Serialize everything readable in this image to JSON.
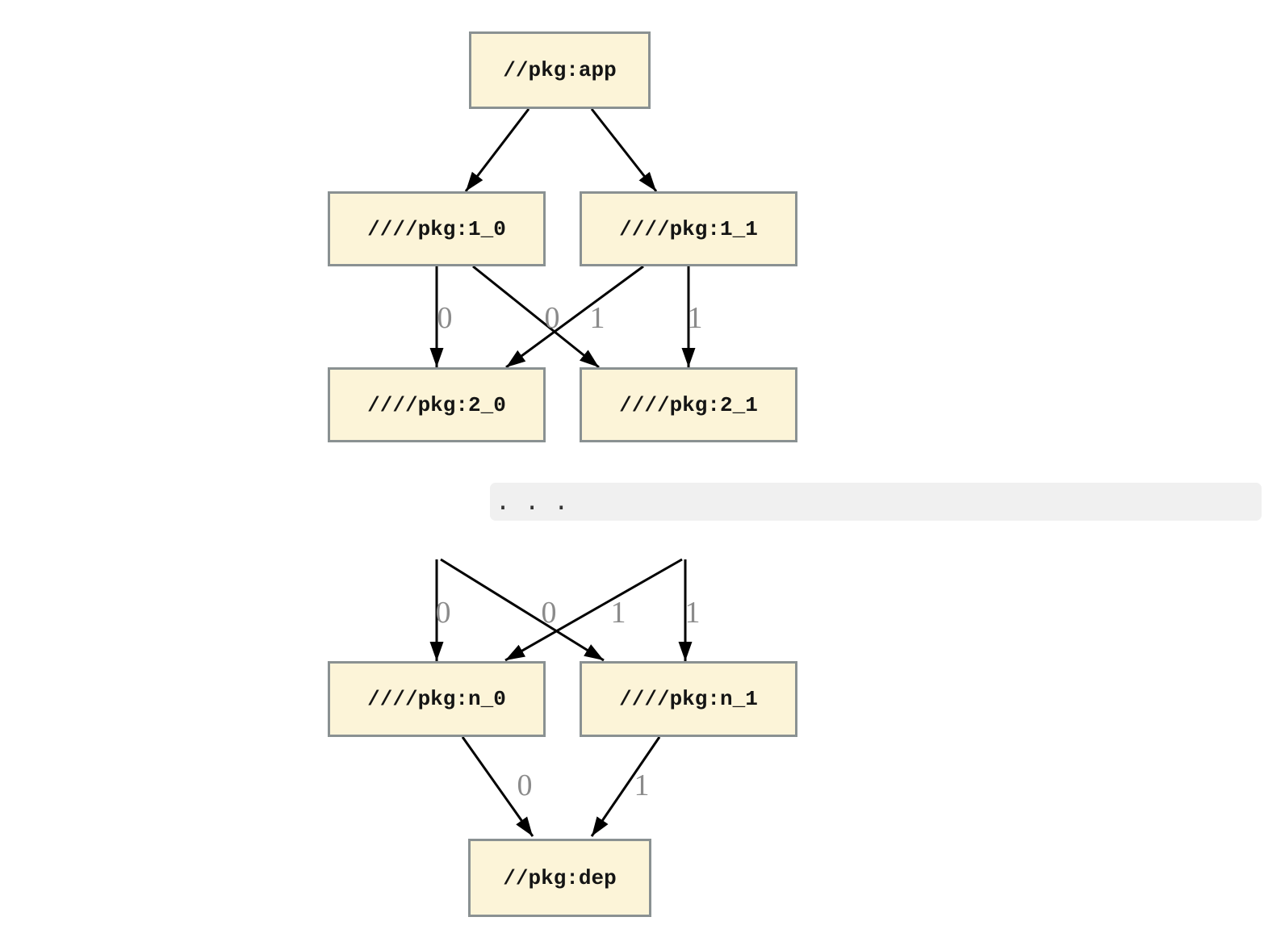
{
  "colors": {
    "background": "#FFFFFF",
    "node_fill": "#FCF4D8",
    "node_border": "#8A9192",
    "edge": "#000000",
    "edge_label": "#8B8B8B",
    "ellipsis_band_bg": "#F0F0F0"
  },
  "diagram": {
    "type": "dependency-graph",
    "nodes": [
      {
        "id": "app",
        "label": "//pkg:app"
      },
      {
        "id": "1_0",
        "label": "////pkg:1_0"
      },
      {
        "id": "1_1",
        "label": "////pkg:1_1"
      },
      {
        "id": "2_0",
        "label": "////pkg:2_0"
      },
      {
        "id": "2_1",
        "label": "////pkg:2_1"
      },
      {
        "id": "n_0",
        "label": "////pkg:n_0"
      },
      {
        "id": "n_1",
        "label": "////pkg:n_1"
      },
      {
        "id": "dep",
        "label": "//pkg:dep"
      }
    ],
    "ellipsis": ". . .",
    "edges": [
      {
        "from": "app",
        "to": "1_0",
        "label": ""
      },
      {
        "from": "app",
        "to": "1_1",
        "label": ""
      },
      {
        "from": "1_0",
        "to": "2_0",
        "label": "0"
      },
      {
        "from": "1_1",
        "to": "2_0",
        "label": "0"
      },
      {
        "from": "1_0",
        "to": "2_1",
        "label": "1"
      },
      {
        "from": "1_1",
        "to": "2_1",
        "label": "1"
      },
      {
        "from": "ellipsis",
        "to": "n_0",
        "label": "0"
      },
      {
        "from": "ellipsis",
        "to": "n_0",
        "label": "0"
      },
      {
        "from": "ellipsis",
        "to": "n_1",
        "label": "1"
      },
      {
        "from": "ellipsis",
        "to": "n_1",
        "label": "1"
      },
      {
        "from": "n_0",
        "to": "dep",
        "label": "0"
      },
      {
        "from": "n_1",
        "to": "dep",
        "label": "1"
      }
    ]
  }
}
